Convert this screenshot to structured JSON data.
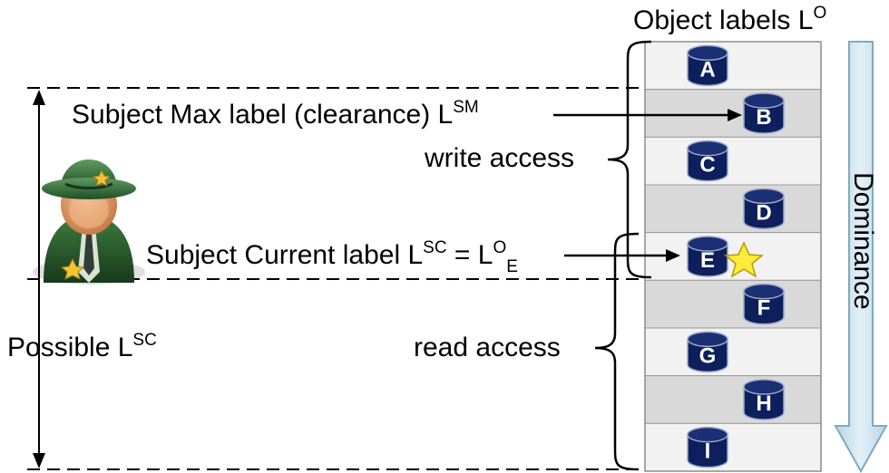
{
  "title": {
    "text": "Object labels L",
    "sup": "O"
  },
  "subject_max": {
    "text": "Subject Max label (clearance) L",
    "sup": "SM"
  },
  "subject_current": {
    "text": "Subject Current label L",
    "sup": "SC",
    "eq": " = L",
    "sup2": "O",
    "sub2": "E"
  },
  "possible": {
    "text": "Possible L",
    "sup": "SC"
  },
  "write_access": "write access",
  "read_access": "read access",
  "dominance": "Dominance",
  "objects": [
    "A",
    "B",
    "C",
    "D",
    "E",
    "F",
    "G",
    "H",
    "I"
  ],
  "current_object": "E",
  "max_object": "B",
  "colors": {
    "band_light": "#f2f2f2",
    "band_dark": "#d9d9d9",
    "cylinder_fill": "#0d1f5c",
    "cylinder_stroke": "#9aa8c8",
    "arrow_fill": "#cfe3ee",
    "arrow_stroke": "#7fa9bf",
    "star": "#ffeb3b"
  },
  "icons": [
    "sheriff-avatar-icon",
    "star-icon",
    "database-cylinder-icon"
  ]
}
